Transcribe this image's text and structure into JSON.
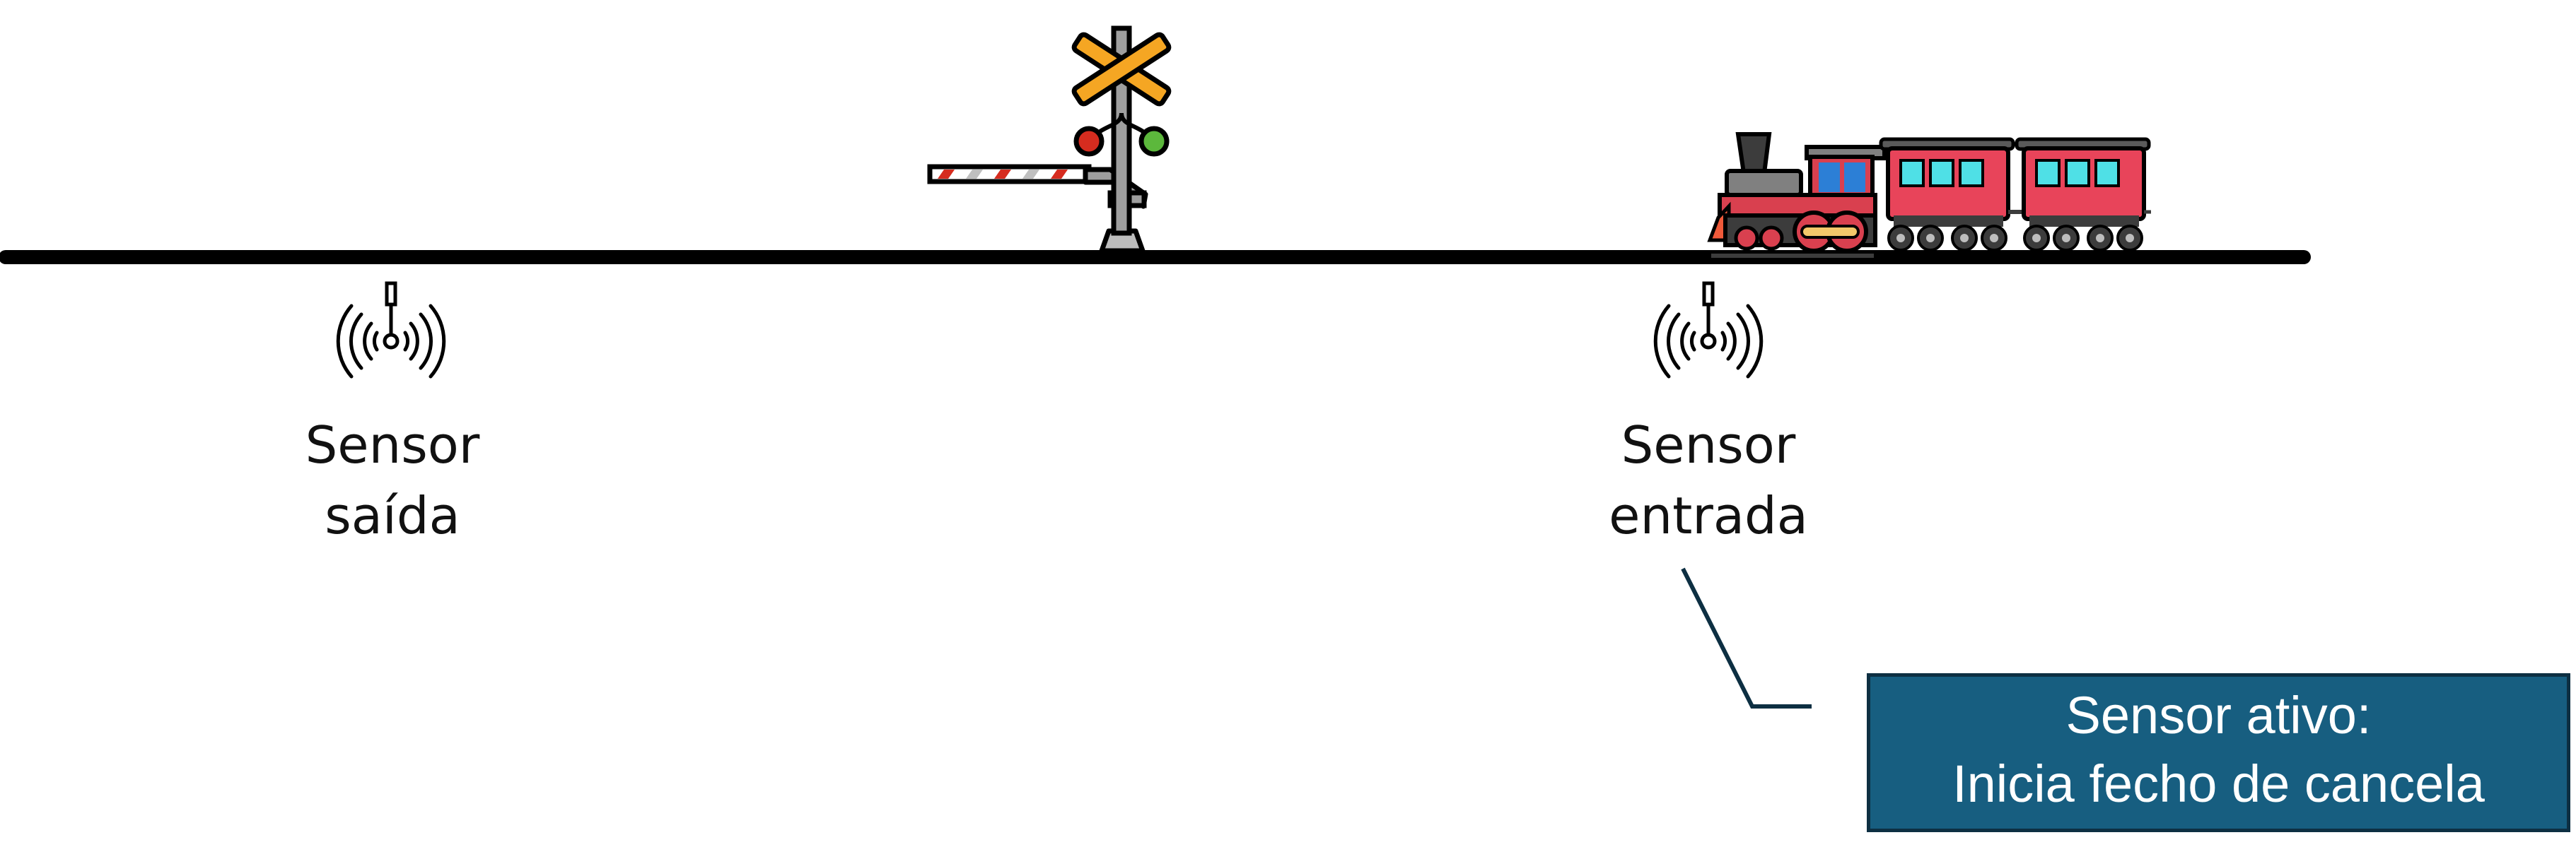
{
  "sensors": {
    "exit": {
      "line1": "Sensor",
      "line2": "saída"
    },
    "entry": {
      "line1": "Sensor",
      "line2": "entrada"
    }
  },
  "callout": {
    "line1": "Sensor ativo:",
    "line2": "Inicia fecho de cancela"
  },
  "icons": {
    "track": "railway-track",
    "crossing": "railroad-crossing-signal-icon",
    "barrier": "crossing-barrier-arm",
    "train": "steam-train-icon",
    "sensor": "wireless-sensor-icon"
  },
  "colors": {
    "track": "#000000",
    "callout_fill": "#175e80",
    "callout_border": "#0d2f42",
    "crossbuck": "#f5a623",
    "signal_red": "#d62c1f",
    "signal_green": "#5cb83c",
    "train_red": "#e8445a",
    "window_cyan": "#4fe0e6",
    "wheel_dark": "#3c3c3c"
  }
}
